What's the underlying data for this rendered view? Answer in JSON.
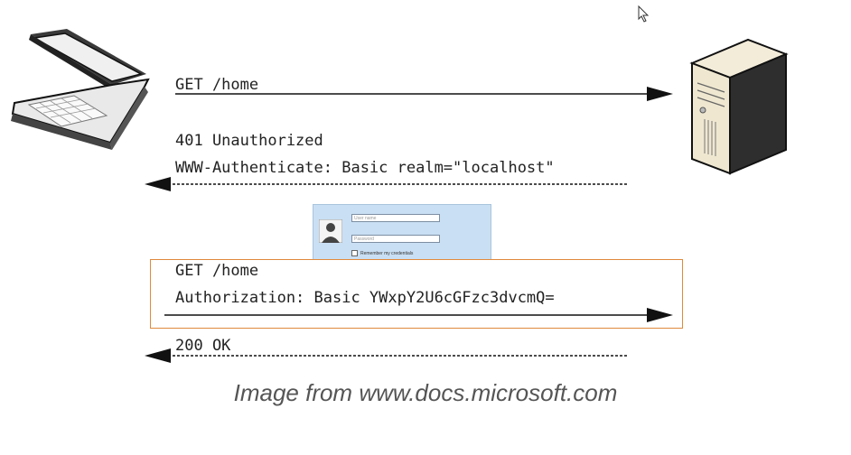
{
  "messages": {
    "req1": "GET /home",
    "resp1_status": "401 Unauthorized",
    "resp1_header": "WWW-Authenticate: Basic realm=\"localhost\"",
    "req2_line": "GET /home",
    "req2_header": "Authorization: Basic YWxpY2U6cGFzc3dvcmQ=",
    "resp2": "200 OK"
  },
  "login_dialog": {
    "username_placeholder": "User name",
    "password_placeholder": "Password",
    "remember_label": "Remember my credentials"
  },
  "caption": "Image from www.docs.microsoft.com",
  "colors": {
    "highlight_border": "#e08a3c",
    "dialog_bg": "#c9dff3"
  }
}
